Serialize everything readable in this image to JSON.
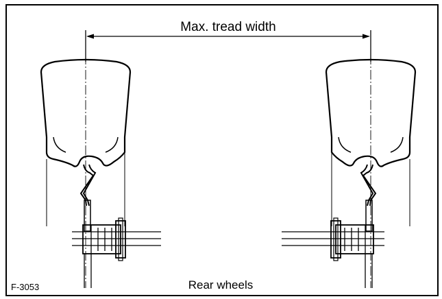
{
  "dimension_label": "Max. tread width",
  "caption": "Rear wheels",
  "figure_id": "F-3053"
}
